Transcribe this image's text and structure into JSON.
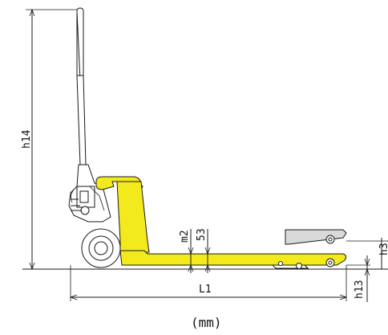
{
  "labels": {
    "h14": "h14",
    "m2": "m2",
    "dim53": "53",
    "L1": "L1",
    "h13": "h13",
    "h3": "h3",
    "unit": "(mm)"
  },
  "colors": {
    "fork": "#f2ea1c",
    "line": "#1a1a1a",
    "background": "#ffffff"
  }
}
